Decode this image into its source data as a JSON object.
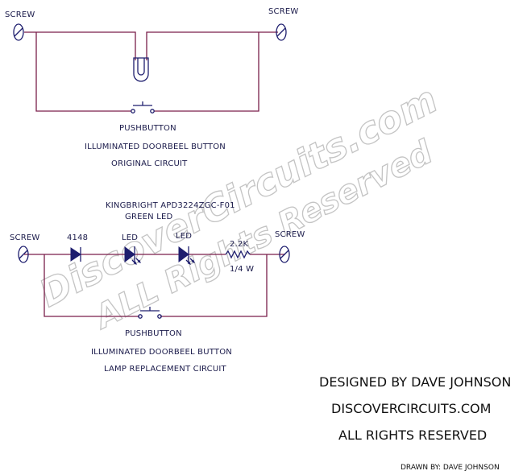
{
  "original_circuit": {
    "screw_left": "SCREW",
    "screw_right": "SCREW",
    "pushbutton": "PUSHBUTTON",
    "caption_1": "ILLUMINATED DOORBEEL BUTTON",
    "caption_2": "ORIGINAL CIRCUIT"
  },
  "replacement_circuit": {
    "part_line_1": "KINGBRIGHT APD3224ZGC-F01",
    "part_line_2": "GREEN LED",
    "screw_left": "SCREW",
    "screw_right": "SCREW",
    "diode": "4148",
    "led_1": "LED",
    "led_2": "LED",
    "resistor_value": "2.2K",
    "resistor_power": "1/4 W",
    "pushbutton": "PUSHBUTTON",
    "caption_1": "ILLUMINATED DOORBEEL BUTTON",
    "caption_2": "LAMP REPLACEMENT CIRCUIT"
  },
  "credits": {
    "designed_by": "DESIGNED BY DAVE JOHNSON",
    "site": "DISCOVERCIRCUITS.COM",
    "rights": "ALL RIGHTS RESERVED",
    "drawn_by": "DRAWN BY: DAVE JOHNSON"
  },
  "watermark": {
    "line_1": "DiscoverCircuits.com",
    "line_2": "ALL Rights Reserved"
  },
  "colors": {
    "wire": "#7a1f4a",
    "component": "#1e1e6e",
    "watermark": "#c4c4c4"
  }
}
